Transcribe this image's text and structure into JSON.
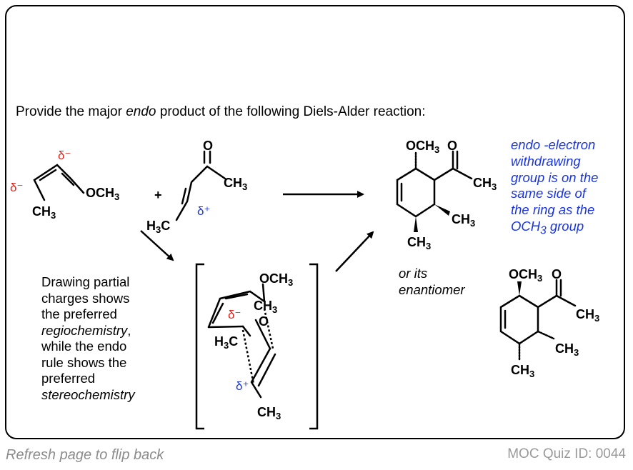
{
  "question": {
    "prefix": "Provide the major ",
    "emphasis": "endo",
    "suffix": " product of the following Diels-Alder reaction:"
  },
  "diene": {
    "substituent_top": "OCH3",
    "substituent_bottom": "CH3",
    "charge_a": "δ⁻",
    "charge_b": "δ⁻"
  },
  "dienophile": {
    "carbonyl_o": "O",
    "methyl_right": "CH3",
    "methyl_left": "H3C",
    "charge": "δ⁺"
  },
  "plus_sign": "+",
  "explanation": {
    "line1": "Drawing partial",
    "line2": "charges shows",
    "line3": "the preferred",
    "line4": "regiochemistry",
    "line4_suffix": ",",
    "line5": "while the endo",
    "line6": "rule shows the",
    "line7": "preferred",
    "line8": "stereochemistry"
  },
  "transition_state": {
    "och3": "OCH3",
    "ch3_top": "CH3",
    "o": "O",
    "h3c": "H3C",
    "ch3_bottom": "CH3",
    "charge_neg": "δ⁻",
    "charge_pos": "δ⁺"
  },
  "product": {
    "och3": "OCH3",
    "o": "O",
    "ch3_acetyl": "CH3",
    "ch3_ring": "CH3",
    "ch3_bottom": "CH3"
  },
  "enantiomer_product": {
    "och3": "OCH3",
    "o": "O",
    "ch3_acetyl": "CH3",
    "ch3_ring": "CH3",
    "ch3_bottom": "CH3"
  },
  "enantiomer_label": {
    "line1": "or its",
    "line2": "enantiomer"
  },
  "note": {
    "line1": "endo -electron",
    "line2": "withdrawing",
    "line3": "group is on the",
    "line4": "same side of",
    "line5": "the ring as the",
    "line6_prefix": "OCH",
    "line6_sub": "3",
    "line6_suffix": " group"
  },
  "footer": {
    "left": "Refresh page to flip back",
    "right": "MOC Quiz ID: 0044"
  },
  "colors": {
    "negative_charge": "#e32119",
    "positive_charge": "#1a35e0",
    "note_text": "#1a35e0",
    "footer_text": "#8c8c8c"
  }
}
